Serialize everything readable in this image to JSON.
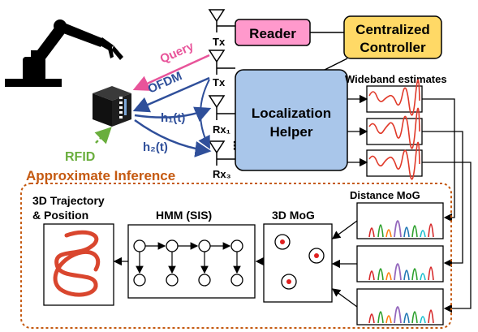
{
  "boxes": {
    "reader": "Reader",
    "controller_line1": "Centralized",
    "controller_line2": "Controller",
    "helper_line1": "Localization",
    "helper_line2": "Helper"
  },
  "signals": {
    "query": "Query",
    "ofdm": "OFDM",
    "h1": "h₁(t)",
    "h2": "h₂(t)"
  },
  "antennas": {
    "tx_top": "Tx",
    "tx_mid": "Tx",
    "rx1": "Rx₁",
    "rx3": "Rx₃"
  },
  "tag": "RFID",
  "labels": {
    "wideband": "Wideband estimates",
    "approx": "Approximate Inference",
    "distance_mog": "Distance MoG",
    "mog3d": "3D MoG",
    "hmm": "HMM (SIS)",
    "traj_line1": "3D Trajectory",
    "traj_line2": "& Position"
  },
  "colors": {
    "reader_fill": "#ff99cc",
    "controller_fill": "#ffd966",
    "helper_fill": "#a9c6ea",
    "query": "#e8549a",
    "ofdm": "#2f4f9a",
    "rfid": "#6aae3d",
    "approx": "#c55a11",
    "wave": "#e03a2a",
    "trajectory": "#d9462e"
  }
}
